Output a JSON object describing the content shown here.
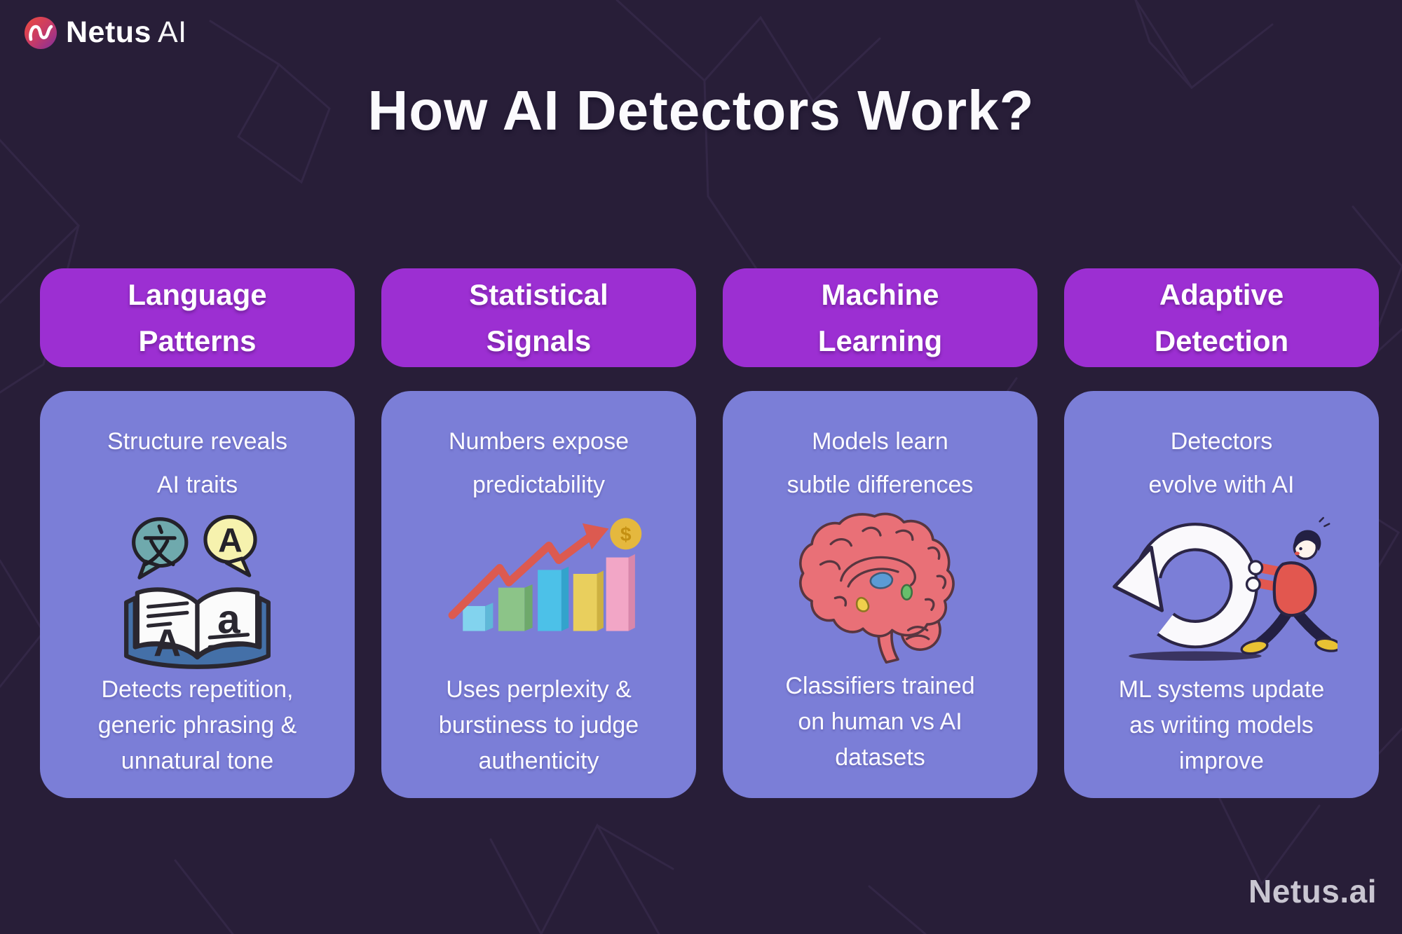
{
  "brand": {
    "name_bold": "Netus",
    "name_light": "AI",
    "logo_icon": "netus-n-wave-icon"
  },
  "title": "How AI Detectors Work?",
  "watermark": "Netus.ai",
  "colors": {
    "background": "#281e38",
    "pill_purple": "#9c2fd2",
    "card_periwinkle": "#7b7ed7",
    "text_white": "#fcfbff",
    "watermark_gray": "#c9c6d1",
    "logo_gradient_start": "#ef4b3c",
    "logo_gradient_end": "#7e2f9e",
    "arrow_red": "#dc5a50",
    "coin_gold": "#e5b83e",
    "brain_pink": "#e97077",
    "hoodie_red": "#e2574f"
  },
  "columns": [
    {
      "id": "language-patterns",
      "header_lines": [
        "Language",
        "Patterns"
      ],
      "summary_lines": [
        "Structure reveals",
        "AI traits"
      ],
      "icon": "translation-book-icon",
      "detail_lines": [
        "Detects repetition,",
        "generic phrasing &",
        "unnatural tone"
      ]
    },
    {
      "id": "statistical-signals",
      "header_lines": [
        "Statistical",
        "Signals"
      ],
      "summary_lines": [
        "Numbers expose",
        "predictability"
      ],
      "icon": "rising-bar-chart-icon",
      "detail_lines": [
        "Uses perplexity &",
        "burstiness to judge",
        "authenticity"
      ]
    },
    {
      "id": "machine-learning",
      "header_lines": [
        "Machine",
        "Learning"
      ],
      "summary_lines": [
        "Models learn",
        "subtle differences"
      ],
      "icon": "brain-icon",
      "detail_lines": [
        "Classifiers trained",
        "on human vs AI",
        "datasets"
      ]
    },
    {
      "id": "adaptive-detection",
      "header_lines": [
        "Adaptive",
        "Detection"
      ],
      "summary_lines": [
        "Detectors",
        "evolve with AI"
      ],
      "icon": "refresh-cycle-person-icon",
      "detail_lines": [
        "ML systems update",
        "as writing models",
        "improve"
      ]
    }
  ]
}
